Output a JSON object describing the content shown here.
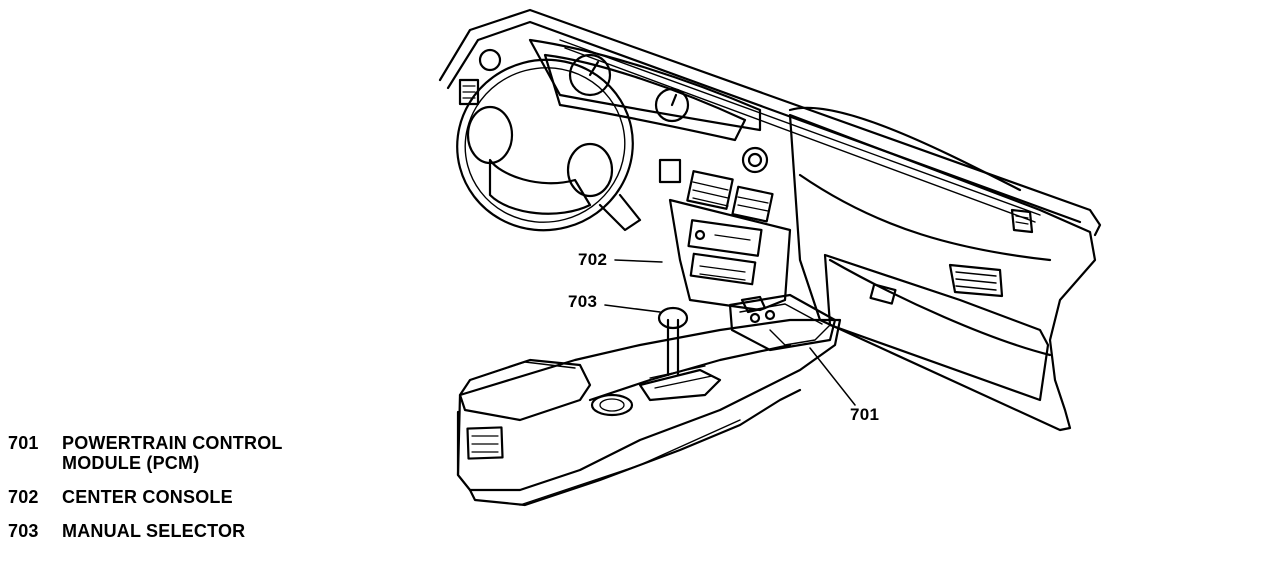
{
  "callouts": {
    "c701": "701",
    "c702": "702",
    "c703": "703"
  },
  "legend": [
    {
      "number": "701",
      "line1": "POWERTRAIN CONTROL",
      "line2": "MODULE (PCM)"
    },
    {
      "number": "702",
      "line1": "CENTER CONSOLE",
      "line2": ""
    },
    {
      "number": "703",
      "line1": "MANUAL SELECTOR",
      "line2": ""
    }
  ]
}
